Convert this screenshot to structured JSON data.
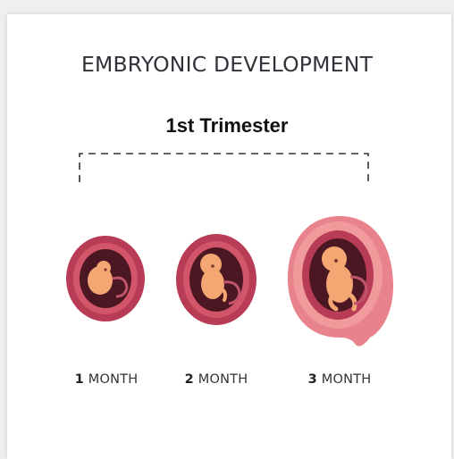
{
  "title": "EMBRYONIC DEVELOPMENT",
  "subtitle": "1st Trimester",
  "stages": [
    {
      "number": "1",
      "unit": "MONTH",
      "icon": "embryo-1-month-icon"
    },
    {
      "number": "2",
      "unit": "MONTH",
      "icon": "embryo-2-month-icon"
    },
    {
      "number": "3",
      "unit": "MONTH",
      "icon": "embryo-3-month-icon"
    }
  ],
  "colors": {
    "sac_outer": "#b93c56",
    "sac_outer_light": "#e8828c",
    "sac_inner": "#4a1722",
    "embryo": "#f4a673",
    "title": "#2f3238"
  }
}
